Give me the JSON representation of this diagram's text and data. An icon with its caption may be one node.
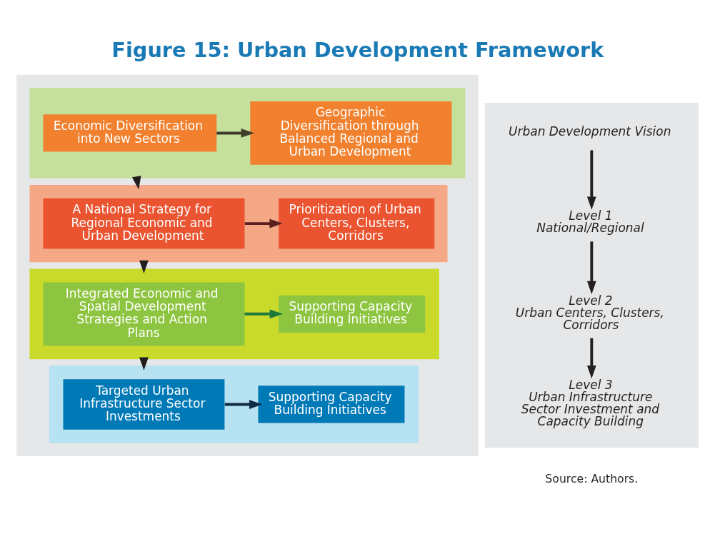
{
  "diagram": {
    "title": "Figure 15: Urban Development Framework",
    "caption": "Source: Authors.",
    "nodes": [
      {
        "text": [],
        "shape": "box"
      },
      {
        "text": [],
        "shape": "box",
        "in": 0
      },
      {
        "text": [
          "Economic Diversification into New Sectors"
        ],
        "in": 1
      },
      {
        "text": [
          "Geographic Diversification through Balanced Regional and Urban Development"
        ],
        "in": 1
      },
      {
        "text": [],
        "shape": "box",
        "in": 0
      },
      {
        "text": [
          "A National Strategy for Regional Economic and Urban Development"
        ],
        "in": 4
      },
      {
        "text": [
          "Prioritization of Urban Centers, Clusters, Corridors"
        ],
        "in": 4
      },
      {
        "text": [],
        "shape": "box",
        "in": 0
      },
      {
        "text": [
          "Integrated Economic and Spatial Development Strategies and Action Plans"
        ],
        "in": 7
      },
      {
        "text": [
          "Supporting Capacity Building Initiatives"
        ],
        "in": 7
      },
      {
        "text": [],
        "shape": "box",
        "in": 0
      },
      {
        "text": [
          "Targeted Urban Infrastructure Sector Investments"
        ],
        "in": 10
      },
      {
        "text": [
          "Supporting Capacity Building Initiatives"
        ],
        "in": 10
      },
      {
        "text": [],
        "shape": "box"
      },
      {
        "text": [
          "Urban Development Vision"
        ],
        "in": 13
      },
      {
        "text": [
          "Level 1",
          "National/Regional"
        ],
        "in": 13
      },
      {
        "text": [
          "Level 2",
          "Urban Centers, Clusters, Corridors"
        ],
        "in": 13
      },
      {
        "text": [
          "Level 3",
          "Urban Infrastructure Sector Investment and Capacity Building"
        ],
        "in": 13
      }
    ],
    "edges": [
      {
        "from": 2,
        "to": 3,
        "arrow": "to",
        "color": "#3f3d2a"
      },
      {
        "from": 1,
        "to": 4,
        "arrow": "to"
      },
      {
        "from": 5,
        "to": 6,
        "arrow": "to",
        "color": "#5c1f1f"
      },
      {
        "from": 4,
        "to": 7,
        "arrow": "to"
      },
      {
        "from": 8,
        "to": 9,
        "arrow": "to",
        "color": "#1e7a3c"
      },
      {
        "from": 7,
        "to": 10,
        "arrow": "to"
      },
      {
        "from": 11,
        "to": 12,
        "arrow": "to",
        "color": "#0e2b47"
      },
      {
        "from": 14,
        "to": 15,
        "arrow": "to"
      },
      {
        "from": 15,
        "to": 16,
        "arrow": "to"
      },
      {
        "from": 16,
        "to": 17,
        "arrow": "to"
      }
    ]
  }
}
